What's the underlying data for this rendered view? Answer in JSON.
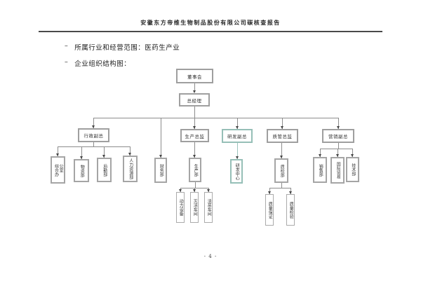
{
  "page": {
    "header_title": "安徽东方帝维生物制品股份有限公司碳核查报告",
    "bullets": [
      {
        "marker": "–",
        "text": "所属行业和经营范围：医药生产业"
      },
      {
        "marker": "–",
        "text": "企业组织结构图："
      }
    ],
    "footer_page_number": "- 4 -"
  },
  "colors": {
    "accent_teal": "#96bfb7",
    "connector_gray": "#8c8c8c",
    "box_border_gray": "#9f9f9f"
  },
  "org_chart": {
    "nodes": {
      "board": "董事会",
      "general_manager": "总经理",
      "admin_vp": "行政副总",
      "production_director": "生产总监",
      "rnd_vp": "研发副总",
      "quality_director": "质管总监",
      "marketing_vp": "营销副总",
      "general_office": "综合办\n公室",
      "materials_dept": "物资部",
      "logistics_dept": "后勤部",
      "hr_dept": "人力资源部",
      "finance_dept": "财务部",
      "production_dept": "生产部",
      "power_equipment": "动力设备",
      "inactivated_workshop": "灭活车间",
      "live_vaccine_workshop": "活苗车间",
      "rnd_center": "研发中心",
      "quality_inspection_dept": "质检部",
      "quality_assurance": "质量保证",
      "quality_testing": "质量检验",
      "sales_dept": "销售部",
      "intl_trade": "国际贸易",
      "tech_dept": "技术部"
    },
    "structure": {
      "董事会": [
        "总经理"
      ],
      "总经理": [
        "行政副总",
        "财务部",
        "生产总监",
        "研发副总",
        "质管总监",
        "营销副总"
      ],
      "行政副总": [
        "综合办公室",
        "物资部",
        "后勤部",
        "人力资源部"
      ],
      "生产总监": [
        "生产部"
      ],
      "生产部": [
        "动力设备",
        "灭活车间",
        "活苗车间"
      ],
      "研发副总": [
        "研发中心"
      ],
      "质管总监": [
        "质检部"
      ],
      "质检部": [
        "质量保证",
        "质量检验"
      ],
      "营销副总": [
        "销售部",
        "国际贸易",
        "技术部"
      ]
    }
  }
}
